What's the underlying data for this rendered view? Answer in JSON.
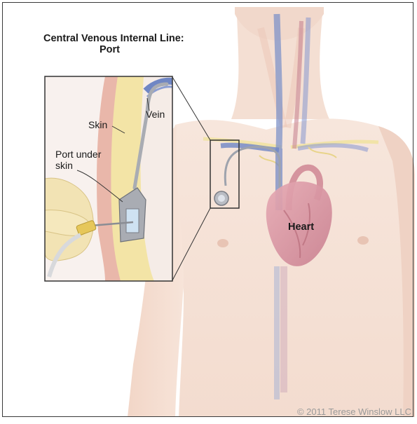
{
  "title_line1": "Central Venous Internal Line:",
  "title_line2": "Port",
  "labels": {
    "vein": "Vein",
    "skin": "Skin",
    "port_line1": "Port under",
    "port_line2": "skin",
    "heart": "Heart"
  },
  "copyright": "© 2011 Terese Winslow LLC",
  "colors": {
    "skin": "#f6e3d8",
    "skin_shadow": "#efcfc0",
    "vein_blue": "#6f86c4",
    "artery_red": "#c97a8a",
    "heart_red": "#d99aa6",
    "fat_yellow": "#f3e4a6",
    "catheter_gray": "#a9acb3",
    "port_blue": "#cfe2f2"
  }
}
